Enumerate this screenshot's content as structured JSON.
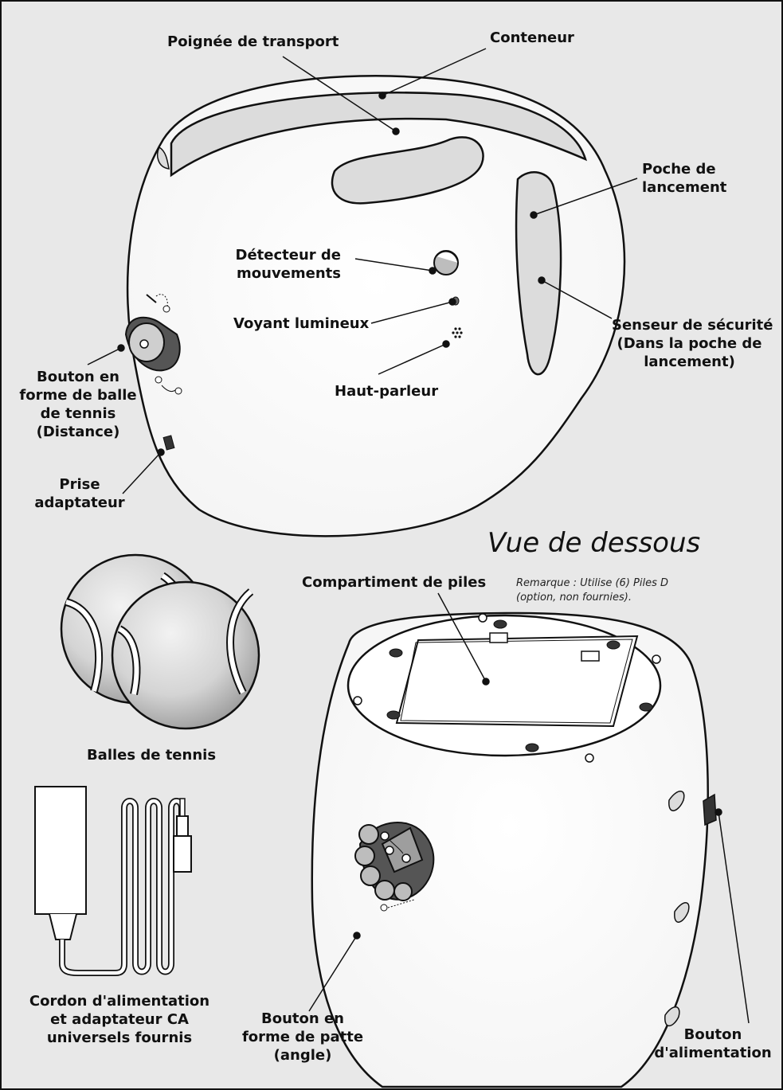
{
  "labels": {
    "carry_handle": "Poignée de transport",
    "container": "Conteneur",
    "launch_pocket": [
      "Poche de",
      "lancement"
    ],
    "motion_detector": [
      "Détecteur de",
      "mouvements"
    ],
    "indicator_light": "Voyant lumineux",
    "safety_sensor": [
      "Senseur de sécurité",
      "(Dans la poche de",
      "lancement)"
    ],
    "speaker": "Haut-parleur",
    "distance_knob": [
      "Bouton en",
      "forme de balle",
      "de tennis",
      "(Distance)"
    ],
    "adapter_jack": [
      "Prise",
      "adaptateur"
    ],
    "battery_compartment": "Compartiment de piles",
    "tennis_balls": "Balles de tennis",
    "power_cord": [
      "Cordon d'alimentation",
      "et adaptateur CA",
      "universels fournis"
    ],
    "angle_knob": [
      "Bouton en",
      "forme de patte",
      "(angle)"
    ],
    "power_button": [
      "Bouton",
      "d'alimentation"
    ]
  },
  "bottom_view_title": "Vue de dessous",
  "battery_note": [
    "Remarque : Utilise (6) Piles D",
    "(option, non fournies)."
  ],
  "colors": {
    "background": "#e8e8e8",
    "body": "#ffffff",
    "outline": "#111111",
    "pocket_gray": "#dcdcdc",
    "knob_dark": "#555555"
  }
}
